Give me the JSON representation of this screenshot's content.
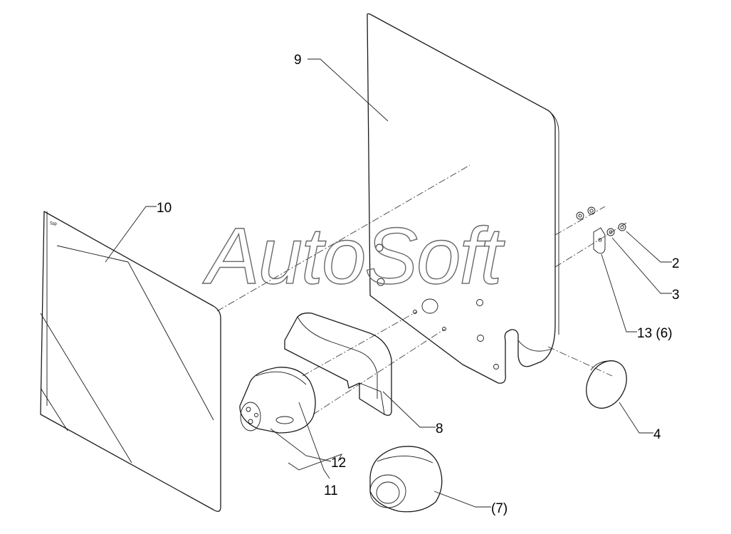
{
  "watermark": "AutoSoft",
  "sheet_marking": "Top",
  "callouts": {
    "c2": "2",
    "c3": "3",
    "c4": "4",
    "c7": "(7)",
    "c8": "8",
    "c9": "9",
    "c10": "10",
    "c11": "11",
    "c12": "12",
    "c13": "13 (6)"
  }
}
